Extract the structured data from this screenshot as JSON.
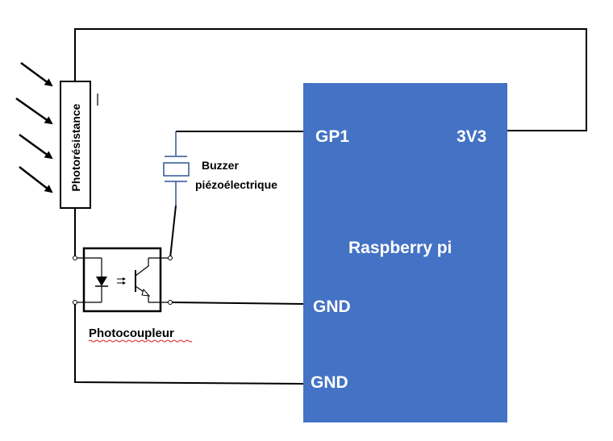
{
  "board": {
    "name": "Raspberry pi",
    "pins": {
      "gp1": "GP1",
      "v33": "3V3",
      "gnd1": "GND",
      "gnd2": "GND"
    },
    "color": "#4472c4"
  },
  "components": {
    "photoresistor": "Photorésistance",
    "buzzer_line1": "Buzzer",
    "buzzer_line2": "piézoélectrique",
    "photocoupler": "Photocoupleur"
  },
  "icons": {
    "light_rays": "arrow-ray-icon",
    "led": "led-diode-icon",
    "transistor": "phototransistor-icon",
    "buzzer": "piezo-buzzer-icon"
  }
}
